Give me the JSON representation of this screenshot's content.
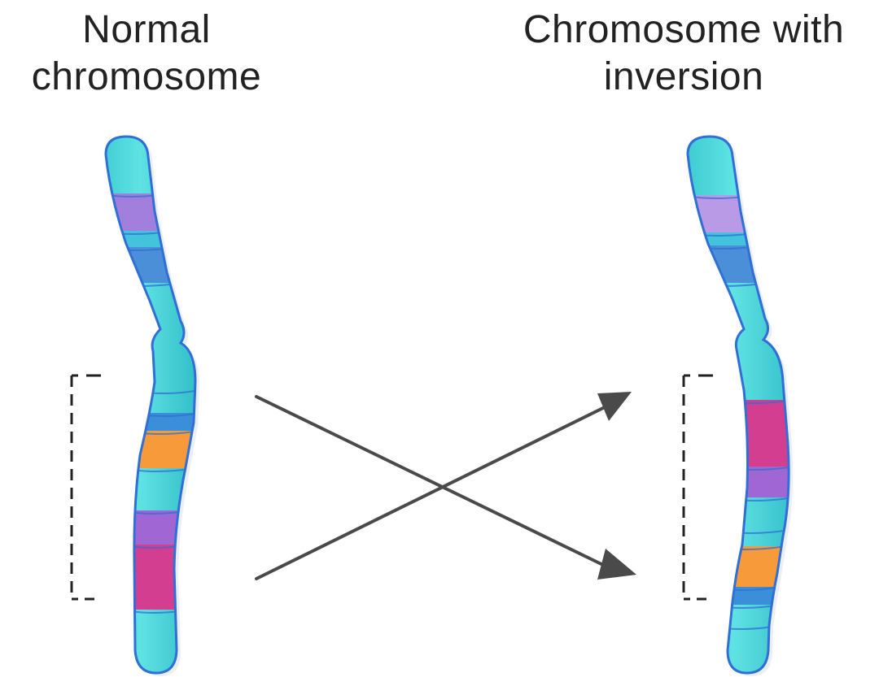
{
  "titles": {
    "left": [
      "Normal",
      "chromosome"
    ],
    "right": [
      "Chromosome with",
      "inversion"
    ]
  },
  "colors": {
    "chromosome_base": "#3fd0d4",
    "chromosome_outline": "#2f6fd6",
    "band_violet": "#a27fdc",
    "band_blue": "#4a8fd8",
    "band_orange": "#f79a3a",
    "band_magenta": "#d43e90",
    "bracket": "#222222",
    "arrow": "#4a4a4a"
  },
  "icons": {
    "arrows": "crossing-arrows"
  }
}
